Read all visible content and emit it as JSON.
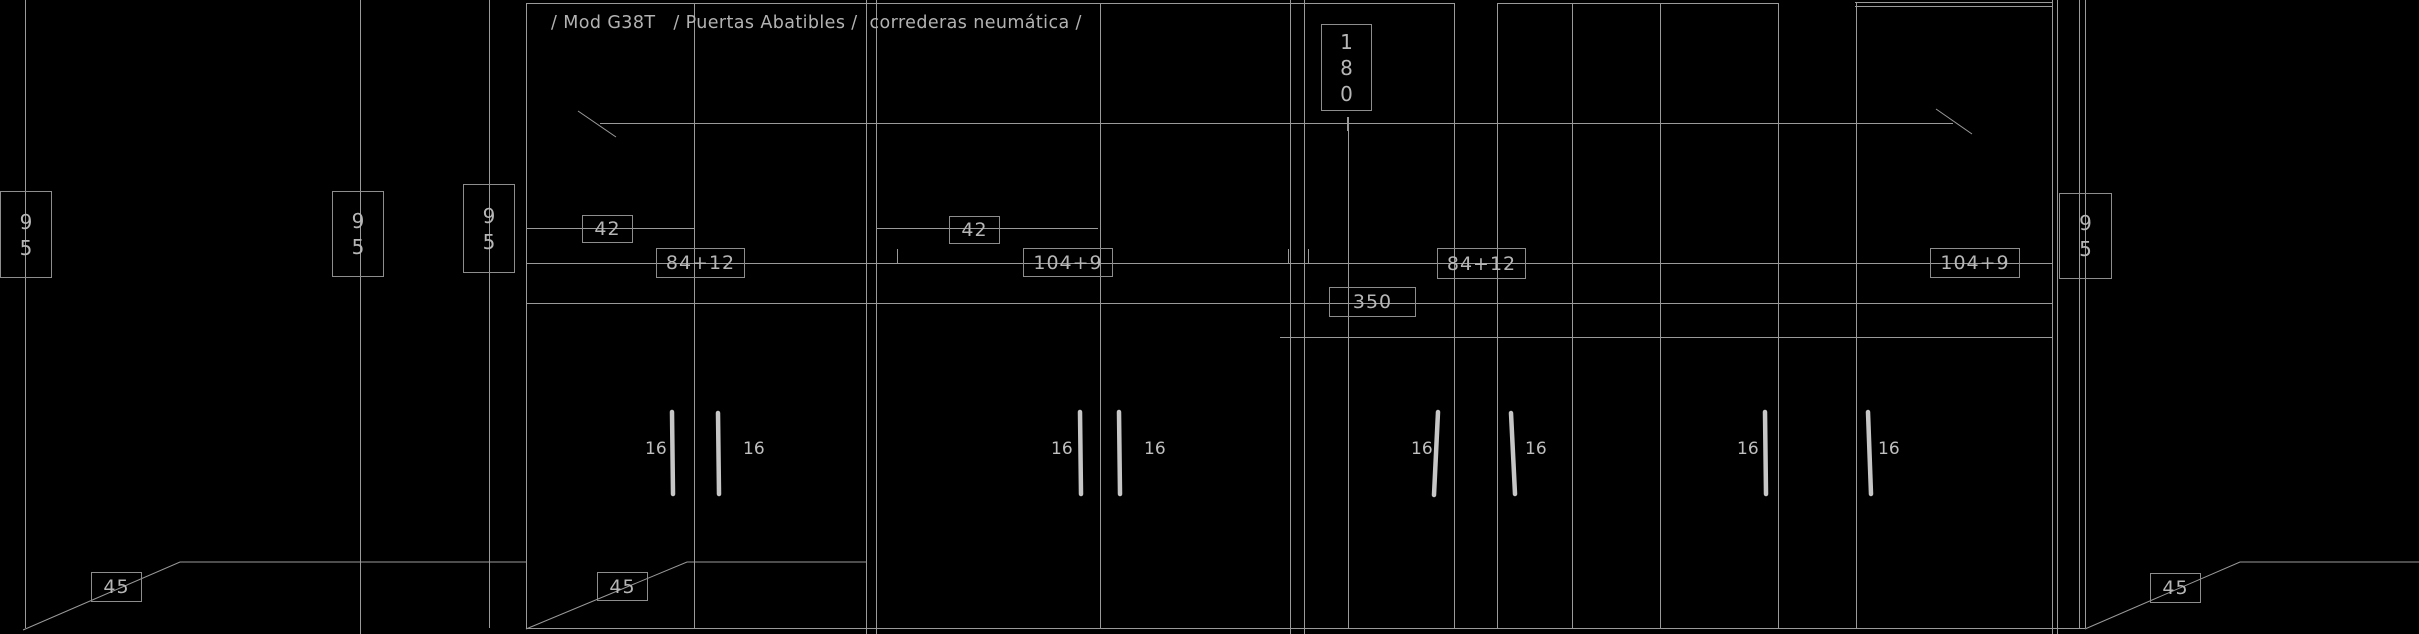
{
  "title": "/ Mod G38T   / Puertas Abatibles /  correderas neumática /",
  "colors": {
    "background": "#000000",
    "line": "#9a9a9a",
    "box_stroke": "#8d8d8d",
    "text": "#b6b6b6",
    "handle": "#c6c6c6"
  },
  "dimensions": {
    "depth_180": "180",
    "height_95_wall_left": "95",
    "height_95_left_2": "95",
    "height_95_left_3": "95",
    "height_95_right": "95",
    "width_42_left": "42",
    "width_42_mid": "42",
    "width_84_12_left": "84+12",
    "width_84_12_right": "84+12",
    "width_104_9_left": "104+9",
    "width_104_9_right": "104+9",
    "width_350": "350",
    "plinth_45_left": "45",
    "plinth_45_mid": "45",
    "plinth_45_right": "45"
  },
  "handles": [
    "16",
    "16",
    "16",
    "16",
    "16",
    "16",
    "16",
    "16"
  ]
}
